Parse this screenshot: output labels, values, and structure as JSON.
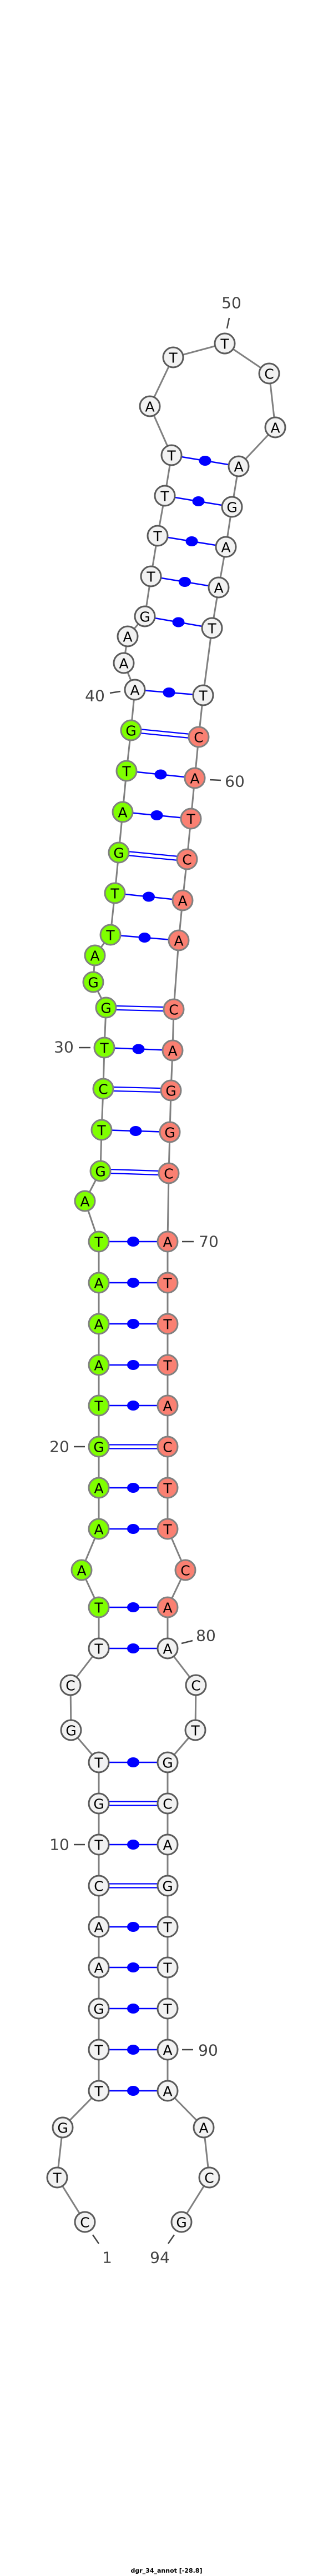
{
  "title": "dgr_34_annot [-28.8]",
  "nucleotides": [
    "C",
    "T",
    "G",
    "T",
    "T",
    "G",
    "A",
    "A",
    "C",
    "T",
    "G",
    "T",
    "G",
    "C",
    "T",
    "T",
    "A",
    "A",
    "A",
    "G",
    "T",
    "A",
    "A",
    "A",
    "T",
    "A",
    "G",
    "T",
    "C",
    "T",
    "G",
    "G",
    "A",
    "T",
    "T",
    "G",
    "A",
    "T",
    "G",
    "A",
    "A",
    "A",
    "G",
    "T",
    "T",
    "T",
    "T",
    "A",
    "T",
    "T",
    "C",
    "A",
    "A",
    "G",
    "A",
    "A",
    "T",
    "T",
    "C",
    "A",
    "T",
    "C",
    "A",
    "A",
    "C",
    "A",
    "G",
    "G",
    "C",
    "A",
    "T",
    "T",
    "T",
    "A",
    "C",
    "T",
    "T",
    "C",
    "A",
    "A",
    "C",
    "T",
    "G",
    "C",
    "A",
    "G",
    "T",
    "T",
    "T",
    "A",
    "A",
    "A",
    "C",
    "G"
  ],
  "pairs": [
    [
      4,
      91
    ],
    [
      5,
      90
    ],
    [
      6,
      89
    ],
    [
      7,
      88
    ],
    [
      8,
      87
    ],
    [
      9,
      86
    ],
    [
      10,
      85
    ],
    [
      11,
      84
    ],
    [
      12,
      83
    ],
    [
      15,
      80
    ],
    [
      16,
      79
    ],
    [
      18,
      77
    ],
    [
      19,
      76
    ],
    [
      20,
      75
    ],
    [
      21,
      74
    ],
    [
      22,
      73
    ],
    [
      23,
      72
    ],
    [
      24,
      71
    ],
    [
      25,
      70
    ],
    [
      27,
      69
    ],
    [
      28,
      68
    ],
    [
      29,
      67
    ],
    [
      30,
      66
    ],
    [
      31,
      65
    ],
    [
      34,
      64
    ],
    [
      35,
      63
    ],
    [
      36,
      62
    ],
    [
      37,
      61
    ],
    [
      38,
      60
    ],
    [
      39,
      59
    ],
    [
      40,
      58
    ],
    [
      43,
      57
    ],
    [
      44,
      56
    ],
    [
      45,
      55
    ],
    [
      46,
      54
    ],
    [
      47,
      53
    ]
  ],
  "position_labels": [
    "1",
    "10",
    "20",
    "30",
    "40",
    "50",
    "60",
    "70",
    "80",
    "90",
    "94"
  ],
  "colors": {
    "default_fill": "#f2f2f2",
    "backbone": "#808080",
    "pair_line": "#0000ff",
    "highlights": [
      {
        "from": 16,
        "to": 39,
        "color": "#7fff00"
      },
      {
        "from": 59,
        "to": 79,
        "color": "#fa8072"
      }
    ]
  }
}
